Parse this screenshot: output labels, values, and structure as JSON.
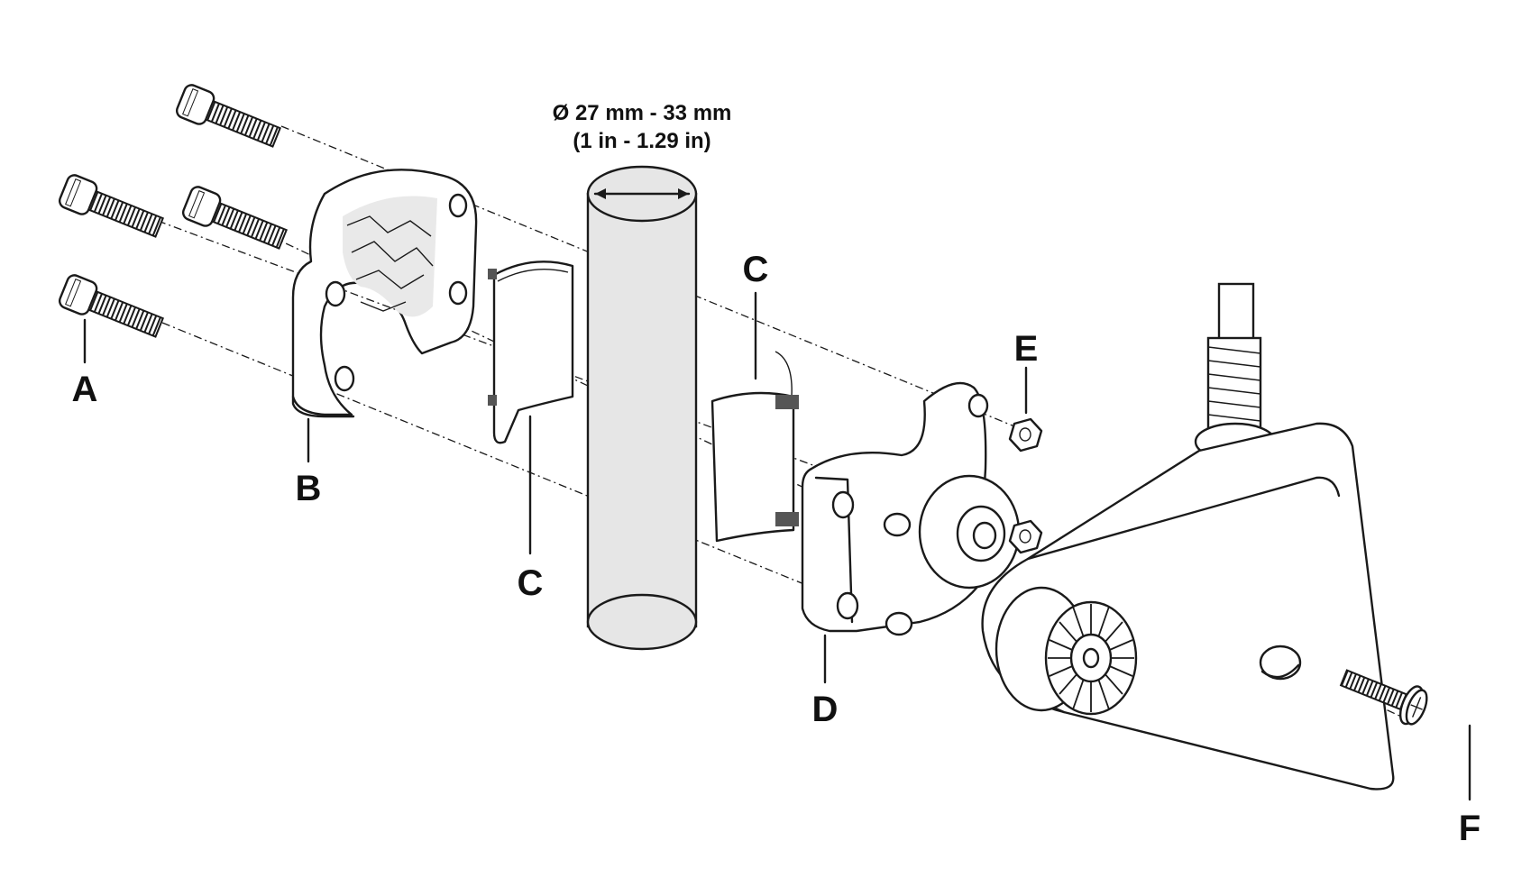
{
  "dimension": {
    "line1": "Ø 27 mm - 33 mm",
    "line2": "(1 in - 1.29 in)"
  },
  "labels": {
    "a": "A",
    "b": "B",
    "c_left": "C",
    "c_right": "C",
    "d": "D",
    "e": "E",
    "f": "F"
  },
  "colors": {
    "ink": "#1a1a1a",
    "pipe_fill": "#e6e6e6",
    "background": "#ffffff"
  }
}
